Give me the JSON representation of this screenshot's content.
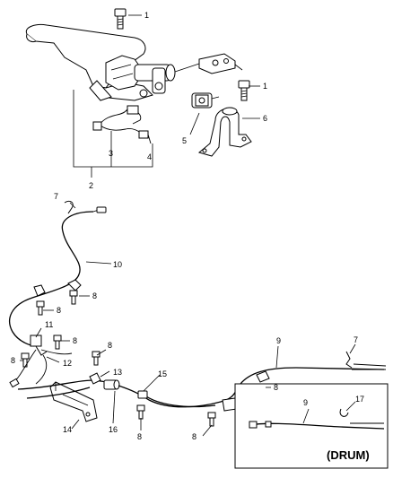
{
  "callouts": {
    "c1a": "1",
    "c1b": "1",
    "c2": "2",
    "c3": "3",
    "c4": "4",
    "c5": "5",
    "c6": "6",
    "c7a": "7",
    "c7b": "7",
    "c8a": "8",
    "c8b": "8",
    "c8c": "8",
    "c8d": "8",
    "c8e": "8",
    "c8f": "8",
    "c8g": "8",
    "c8h": "8",
    "c9a": "9",
    "c9b": "9",
    "c10": "10",
    "c11": "11",
    "c12": "12",
    "c13": "13",
    "c14": "14",
    "c15": "15",
    "c16": "16",
    "c17": "17"
  },
  "inset": {
    "label": "(DRUM)"
  },
  "icons": {
    "lever": "parking-brake-lever-icon",
    "switch": "brake-switch-icon",
    "bracket": "mounting-bracket-icon",
    "bolt": "bolt-icon",
    "clip": "retainer-clip-icon",
    "equalizer": "cable-equalizer-icon"
  }
}
